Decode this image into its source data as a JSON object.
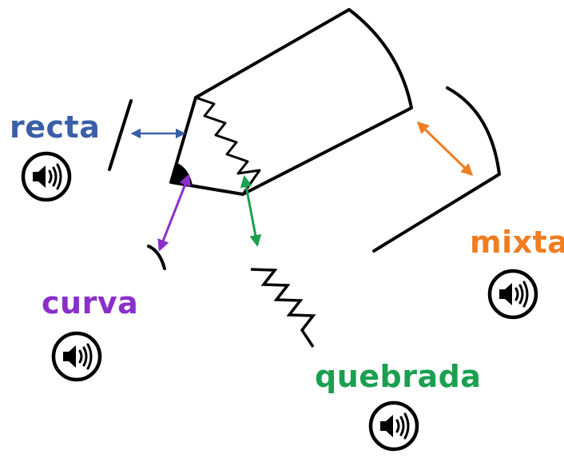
{
  "labels": {
    "recta": "recta",
    "curva": "curva",
    "quebrada": "quebrada",
    "mixta": "mixta"
  },
  "colors": {
    "recta": "#3a5fa8",
    "curva": "#8b2fc9",
    "quebrada": "#1aa050",
    "mixta": "#ef7d22",
    "ink": "#000000"
  },
  "icons": {
    "pencil": "pencil-icon",
    "speaker": "speaker-icon"
  }
}
